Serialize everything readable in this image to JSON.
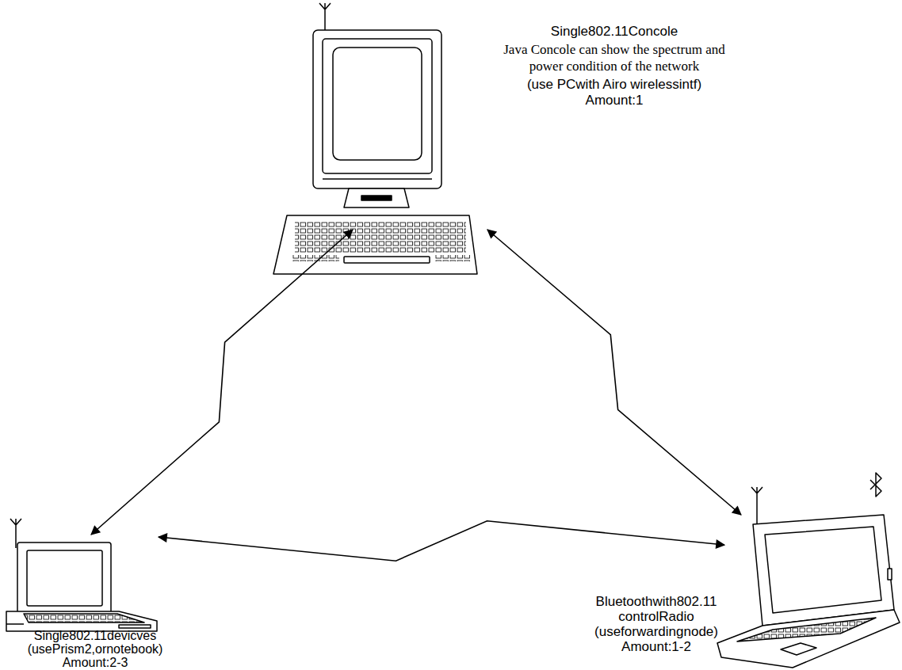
{
  "diagram": {
    "nodes": [
      {
        "text": [
          "Single802.11Concole",
          "Java Concole can show the spectrum and power condition of the network",
          "(use PCwith Airo wirelessintf)",
          "Amount:1"
        ]
      },
      {
        "text": [
          "Single802.11devicves",
          "(usePrism2,ornotebook)",
          "Amount:2-3"
        ]
      },
      {
        "text": [
          "Bluetoothwith802.11 controlRadio",
          "(useforwardingnode)",
          "Amount:1-2"
        ]
      }
    ],
    "edges": [
      {
        "from": 0,
        "to": 1,
        "arrow": "both"
      },
      {
        "from": 0,
        "to": 2,
        "arrow": "both"
      },
      {
        "from": 1,
        "to": 2,
        "arrow": "both"
      }
    ]
  }
}
